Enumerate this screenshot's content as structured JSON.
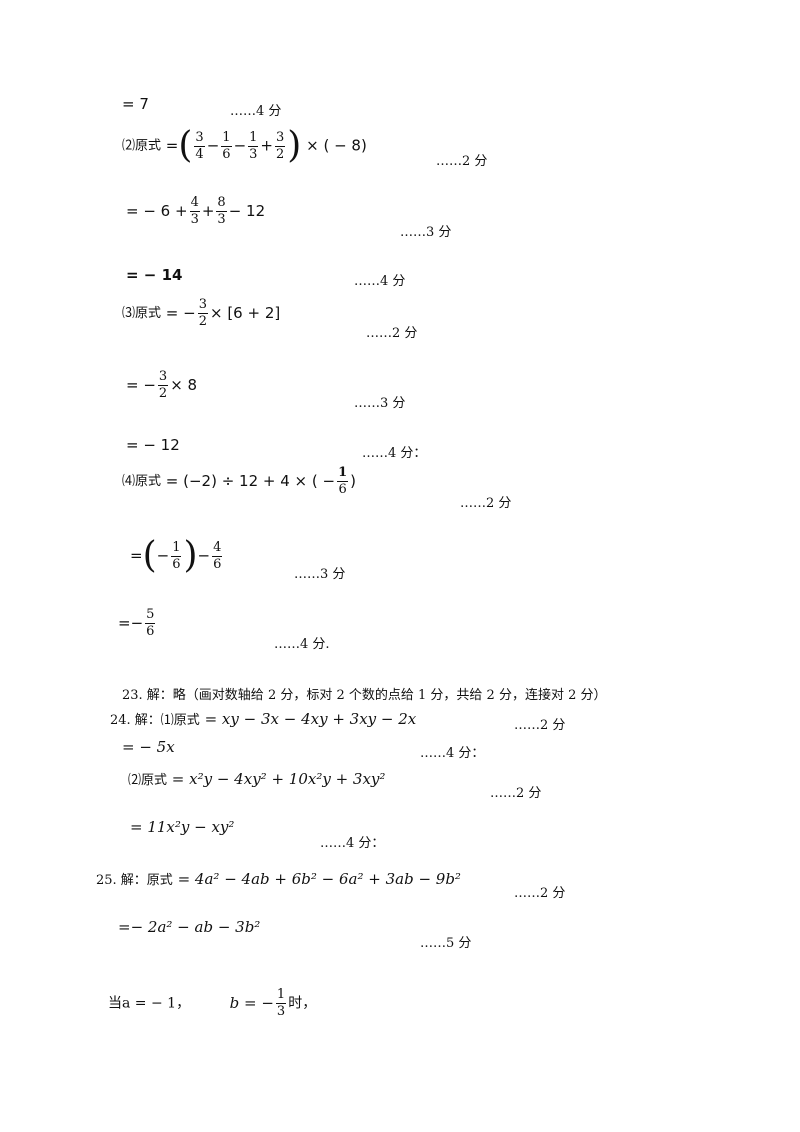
{
  "lines": {
    "l1": {
      "expr": "= 7",
      "score": "……4 分"
    },
    "l2": {
      "label": "⑵原式",
      "eq": "=",
      "n1": "3",
      "d1": "4",
      "m1": "−",
      "n2": "1",
      "d2": "6",
      "m2": "−",
      "n3": "1",
      "d3": "3",
      "m3": "+",
      "n4": "3",
      "d4": "2",
      "tail": "× ( − 8)",
      "score": "……2 分"
    },
    "l3": {
      "a": "=  − 6 +",
      "n1": "4",
      "d1": "3",
      "p": "+",
      "n2": "8",
      "d2": "3",
      "tail": "− 12",
      "score": "……3 分"
    },
    "l4": {
      "expr": "= − 14",
      "score": "……4 分"
    },
    "l5": {
      "label": "⑶原式",
      "a": "= −",
      "n1": "3",
      "d1": "2",
      "tail": "× [6 + 2]",
      "score": "……2 分"
    },
    "l6": {
      "a": "= −",
      "n1": "3",
      "d1": "2",
      "tail": "× 8",
      "score": "……3 分"
    },
    "l7": {
      "expr": "=  − 12",
      "score": "……4 分："
    },
    "l8": {
      "label": "⑷原式",
      "a": "= (−2) ÷ 12  + 4 × ( −",
      "n1": "1",
      "d1": "6",
      "tail": ")",
      "score": "……2 分"
    },
    "l9": {
      "a": "=",
      "b": "−",
      "n1": "1",
      "d1": "6",
      "m": "−",
      "n2": "4",
      "d2": "6",
      "score": "……3 分"
    },
    "l10": {
      "a": "=−",
      "n1": "5",
      "d1": "6",
      "score": "……4 分."
    },
    "q23": {
      "text": "23. 解：略（画对数轴给 2 分，标对 2 个数的点给 1 分，共给 2 分，连接对 2 分）"
    },
    "q24a": {
      "label": "24. 解：⑴原式",
      "expr": "= xy − 3x  −  4xy + 3xy − 2x",
      "score": "……2 分"
    },
    "q24b": {
      "expr": "= − 5x",
      "score": "……4 分："
    },
    "q24c": {
      "label": "⑵原式",
      "expr": "= x²y − 4xy² + 10x²y + 3xy²",
      "score": "……2 分"
    },
    "q24d": {
      "expr": "= 11x²y − xy²",
      "score": "……4 分："
    },
    "q25a": {
      "label": "25. 解：原式",
      "expr": "= 4a² − 4ab + 6b² − 6a² + 3ab − 9b²",
      "score": "……2 分"
    },
    "q25b": {
      "expr": "=− 2a² − ab − 3b²",
      "score": "……5 分"
    },
    "q25c": {
      "a": "当a = − 1，",
      "b": "b =  −",
      "n1": "1",
      "d1": "3",
      "tail": "时，"
    }
  }
}
